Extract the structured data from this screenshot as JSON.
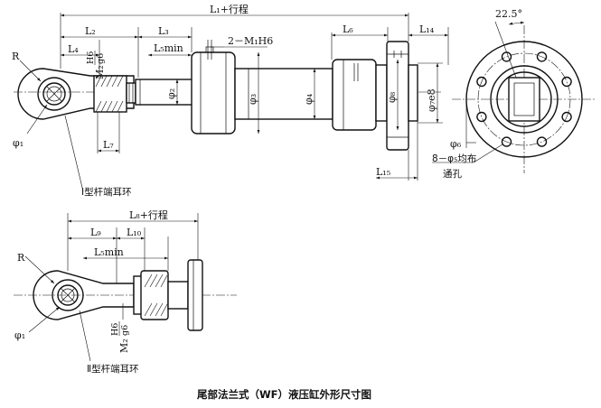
{
  "caption": "尾部法兰式（WF）液压缸外形尺寸图",
  "view1": {
    "label_eye_type": "Ⅰ型杆端耳环",
    "dims": {
      "L1": "L₁+行程",
      "L2": "L₂",
      "L3": "L₃",
      "L4": "L₄",
      "L5": "L₅min",
      "L6": "L₆",
      "L7": "L₇",
      "L14": "L₁₄",
      "L15": "L₁₅",
      "port": "2－M₁H6",
      "thread": "M₂",
      "fit_top": "H6",
      "fit_bot": "g6",
      "R": "R",
      "phi1": "φ₁",
      "phi2": "φ₂",
      "phi3": "φ₃",
      "phi4": "φ₄",
      "phi8": "φ₈",
      "phi7": "φ₇e8"
    }
  },
  "end_view": {
    "angle": "22.5°",
    "phi6": "φ₆",
    "holes": "8－φ₅均布",
    "through": "通孔"
  },
  "view2": {
    "label_eye_type": "Ⅱ型杆端耳环",
    "dims": {
      "L8": "L₈+行程",
      "L9": "L₉",
      "L10": "L₁₀",
      "L5": "L₅min",
      "R": "R",
      "phi1": "φ₁",
      "thread": "M₂",
      "fit_top": "H6",
      "fit_bot": "g6"
    }
  }
}
